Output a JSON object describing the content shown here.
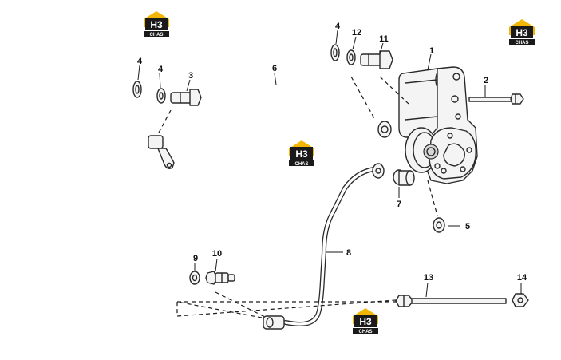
{
  "logo": {
    "mark": "H3",
    "word": "CHAS",
    "colors": {
      "accent": "#f2b705",
      "dark": "#1a1a1a",
      "light": "#ffffff"
    }
  },
  "callouts": [
    "1",
    "2",
    "3",
    "4",
    "4",
    "4",
    "5",
    "6",
    "7",
    "8",
    "9",
    "10",
    "11",
    "12",
    "13",
    "14"
  ]
}
